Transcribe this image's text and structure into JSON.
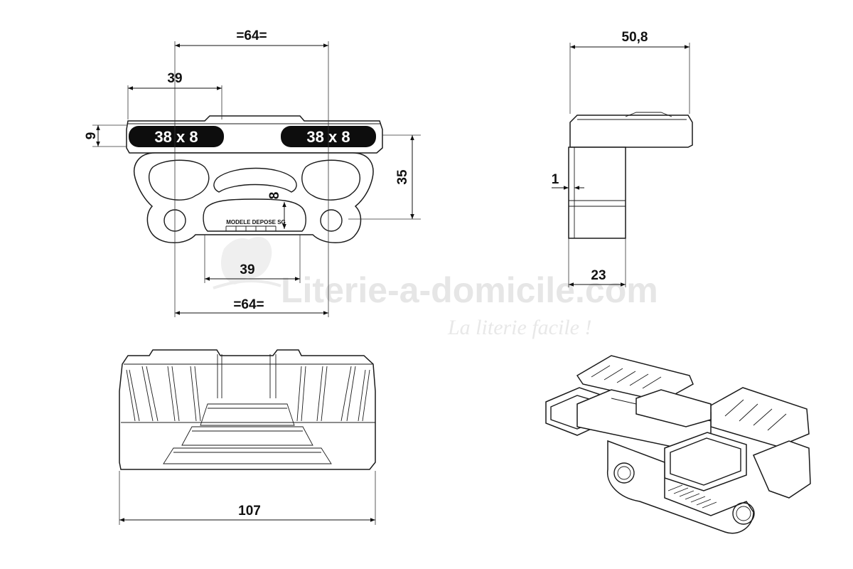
{
  "drawing": {
    "front_view": {
      "slot_labels": [
        "38 x 8",
        "38 x 8"
      ],
      "engraving": "MODELE DEPOSE SG",
      "dims": {
        "top_spacing": "=64=",
        "slot_width": "39",
        "slot_height": "9",
        "total_height": "35",
        "inner_height": "8",
        "bottom_width": "39",
        "bottom_spacing": "=64="
      }
    },
    "side_view": {
      "dims": {
        "overall_depth": "50,8",
        "wall": "1",
        "body_depth": "23"
      }
    },
    "top_view": {
      "dims": {
        "overall_width": "107"
      }
    },
    "watermark": {
      "site": "Literie-a-domicile.com",
      "tagline": "La literie facile !"
    }
  }
}
